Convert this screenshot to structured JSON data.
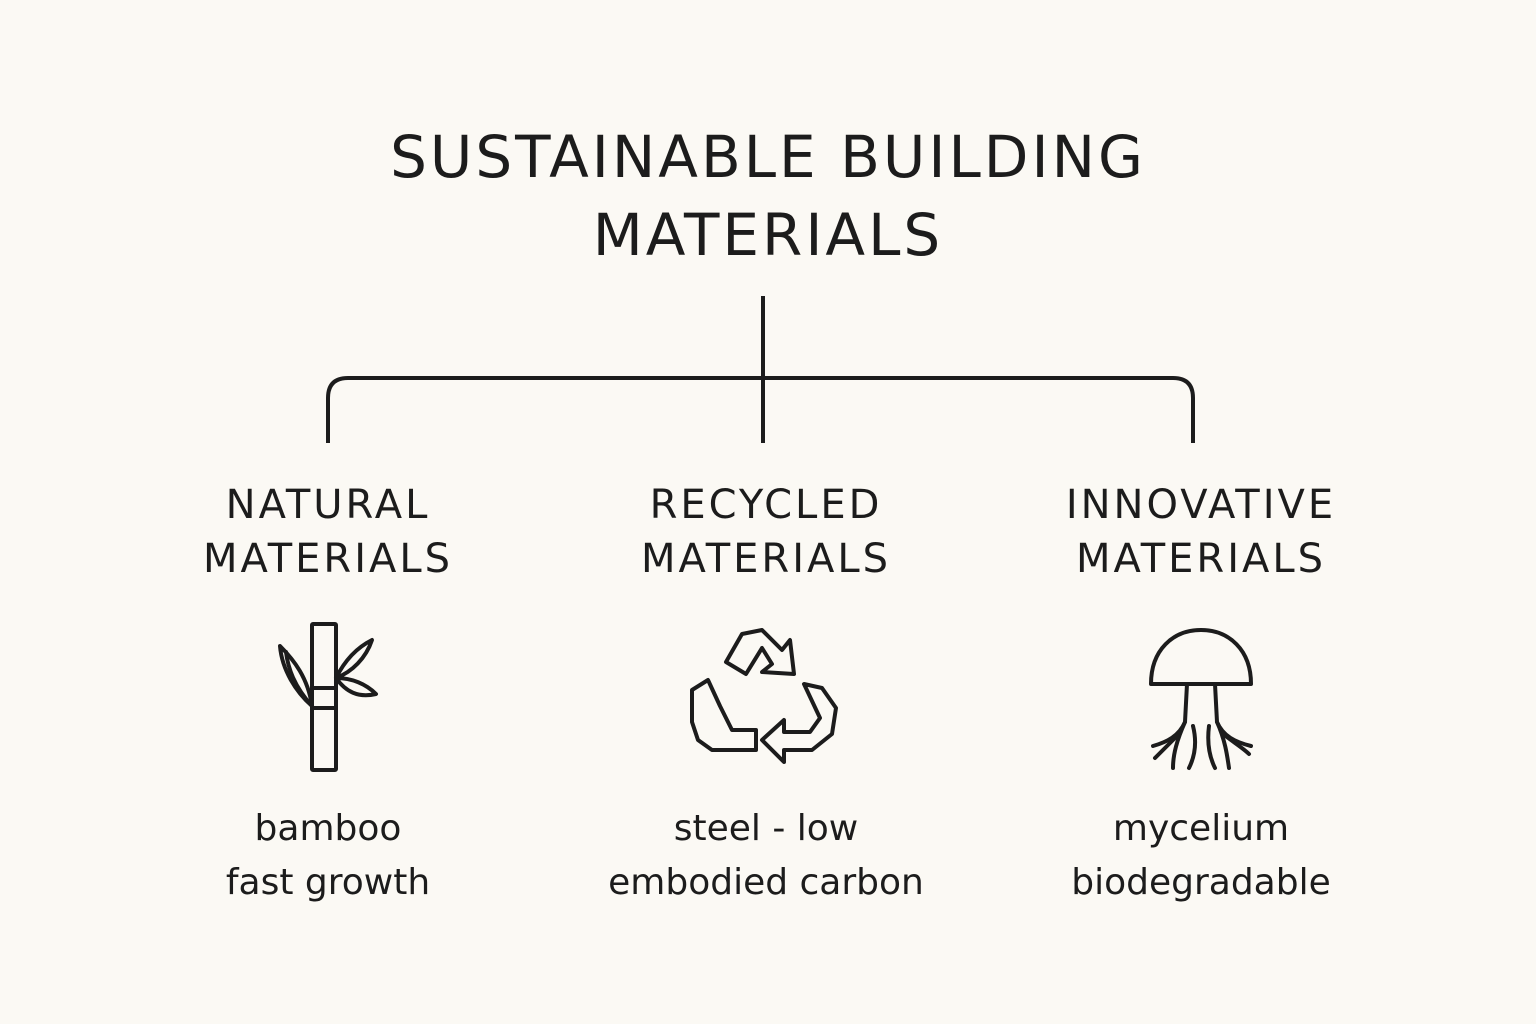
{
  "title": {
    "line1": "SUSTAINABLE BUILDING",
    "line2": "MATERIALS"
  },
  "branches": [
    {
      "heading_line1": "NATURAL",
      "heading_line2": "MATERIALS",
      "icon": "bamboo-icon",
      "text_line1": "bamboo",
      "text_line2": "fast growth"
    },
    {
      "heading_line1": "RECYCLED",
      "heading_line2": "MATERIALS",
      "icon": "recycle-icon",
      "text_line1": "steel - low",
      "text_line2": "embodied carbon"
    },
    {
      "heading_line1": "INNOVATIVE",
      "heading_line2": "MATERIALS",
      "icon": "mushroom-icon",
      "text_line1": "mycelium",
      "text_line2": "biodegradable"
    }
  ]
}
